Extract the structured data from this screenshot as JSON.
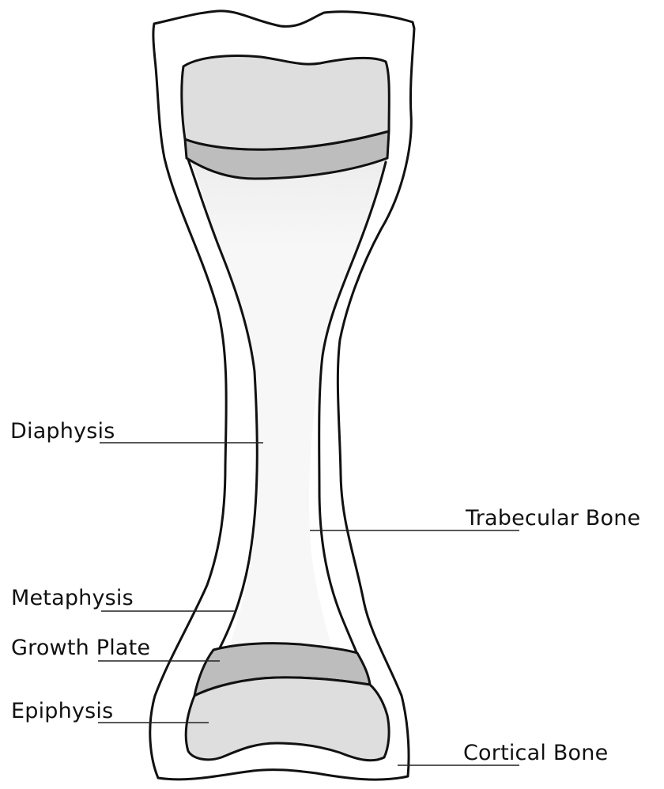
{
  "labels": {
    "diaphysis": "Diaphysis",
    "trabecular_bone": "Trabecular Bone",
    "metaphysis": "Metaphysis",
    "growth_plate": "Growth Plate",
    "epiphysis": "Epiphysis",
    "cortical_bone": "Cortical Bone"
  },
  "colors": {
    "outline": "#111111",
    "cortical": "#ffffff",
    "epiphysis": "#dedede",
    "growth_plate": "#bdbdbd",
    "trabecular": "#f6f6f6",
    "leader": "#222222"
  }
}
